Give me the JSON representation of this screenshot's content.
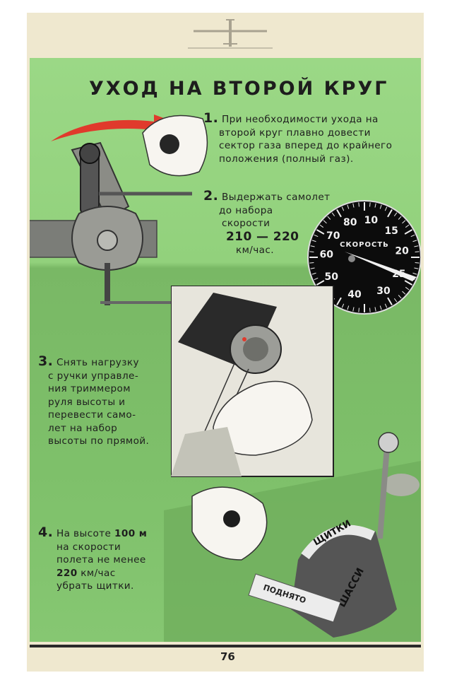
{
  "title": "УХОД НА ВТОРОЙ КРУГ",
  "steps": [
    {
      "num": "1.",
      "lines": [
        "При необходимости ухода на",
        "второй круг плавно довести",
        "сектор газа вперед до крайнего",
        "положения (полный газ)."
      ]
    },
    {
      "num": "2.",
      "lines": [
        "Выдержать самолет",
        "до набора",
        "скорости"
      ],
      "speed": "210 — 220",
      "unit": "км/час."
    },
    {
      "num": "3.",
      "lines": [
        "Снять нагрузку",
        "с ручки управле-",
        "ния триммером",
        "руля высоты и",
        "перевести само-",
        "лет на набор",
        "высоты по прямой."
      ]
    },
    {
      "num": "4.",
      "line1_pre": "На высоте ",
      "line1_bold": "100 м",
      "line2": "на скорости",
      "line3": "полета не менее",
      "line4_bold": "220",
      "line4_post": " км/час",
      "line5": "убрать щитки."
    }
  ],
  "gauge": {
    "label": "СКОРОСТЬ",
    "ticks": [
      "10",
      "15",
      "20",
      "25",
      "30",
      "40",
      "50",
      "60",
      "70",
      "80"
    ]
  },
  "lever_labels": {
    "shields": "ЩИТКИ",
    "chassis": "ШАССИ",
    "raised": "ПОДНЯТО"
  },
  "page_number": "76"
}
